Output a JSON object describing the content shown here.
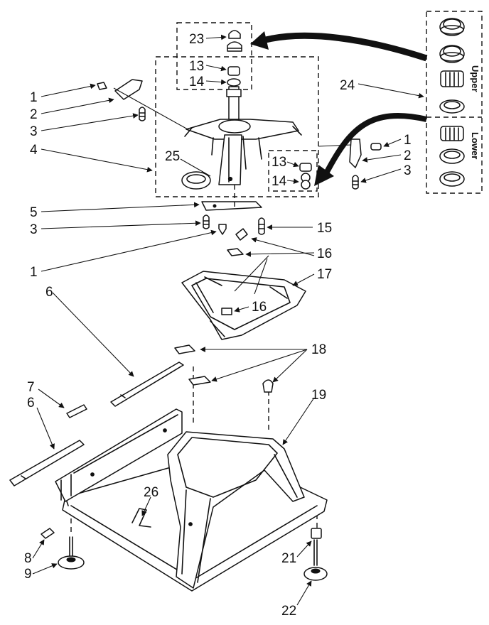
{
  "callouts": [
    "1",
    "2",
    "3",
    "4",
    "5",
    "6",
    "7",
    "8",
    "9",
    "13",
    "14",
    "15",
    "16",
    "17",
    "18",
    "19",
    "21",
    "22",
    "23",
    "24",
    "25",
    "26"
  ],
  "inset": {
    "upper_label": "Upper",
    "lower_label": "Lower"
  }
}
